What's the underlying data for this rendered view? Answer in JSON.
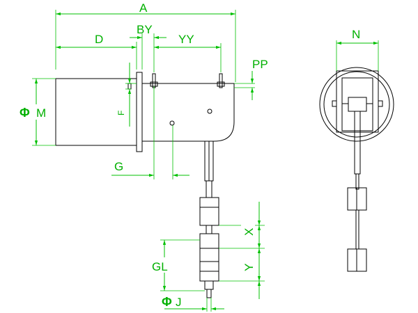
{
  "labels": {
    "A": "A",
    "D": "D",
    "BY": "BY",
    "YY": "YY",
    "PP": "PP",
    "N": "N",
    "PHI_M_sym": "Φ",
    "PHI_M": "M",
    "F": "F",
    "G": "G",
    "X": "X",
    "Y": "Y",
    "GL": "GL",
    "PHI_J_sym": "Φ",
    "PHI_J": "J"
  },
  "colors": {
    "dimension": "#00c000",
    "outline": "#000000"
  }
}
